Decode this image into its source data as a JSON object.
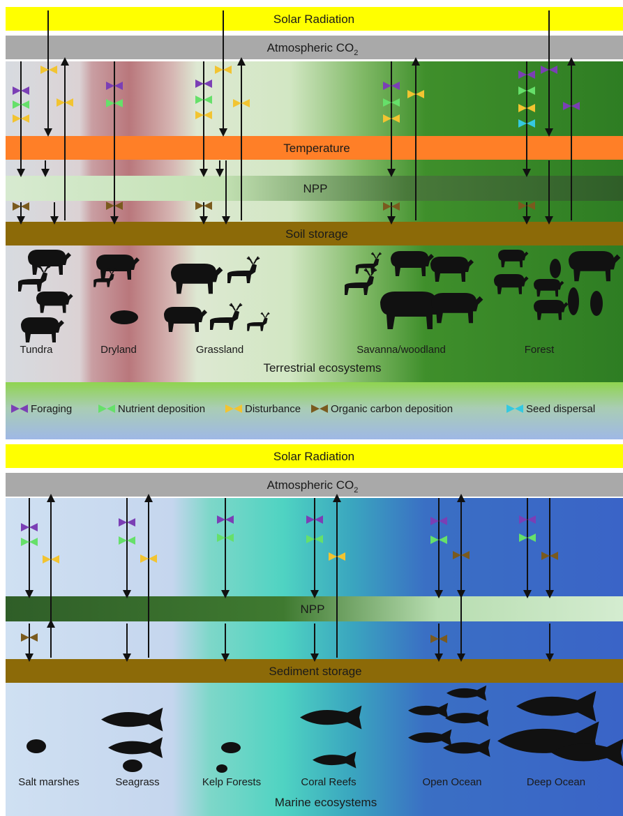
{
  "terrestrial": {
    "solar": "Solar Radiation",
    "co2": "Atmospheric CO",
    "co2_sub": "2",
    "temperature": "Temperature",
    "npp": "NPP",
    "storage": "Soil storage",
    "ecosystems": [
      "Tundra",
      "Dryland",
      "Grassland",
      "Savanna/woodland",
      "Forest"
    ],
    "section_title": "Terrestrial ecosystems"
  },
  "legend": [
    {
      "label": "Foraging",
      "color": "#7b3fb5"
    },
    {
      "label": "Nutrient deposition",
      "color": "#66e06a"
    },
    {
      "label": "Disturbance",
      "color": "#f2c431"
    },
    {
      "label": "Organic carbon deposition",
      "color": "#7a5a1e"
    },
    {
      "label": "Seed dispersal",
      "color": "#35c9e0"
    }
  ],
  "marine": {
    "solar": "Solar Radiation",
    "co2": "Atmospheric CO",
    "co2_sub": "2",
    "npp": "NPP",
    "storage": "Sediment storage",
    "ecosystems": [
      "Salt marshes",
      "Seagrass",
      "Kelp Forests",
      "Coral Reefs",
      "Open Ocean",
      "Deep Ocean"
    ],
    "section_title": "Marine ecosystems"
  },
  "colors": {
    "solar": "#ffff00",
    "co2": "#a9a9a9",
    "temperature": "#ff7f27",
    "soil": "#8c6a08",
    "arrow": "#111111",
    "silhouette": "#111111"
  }
}
